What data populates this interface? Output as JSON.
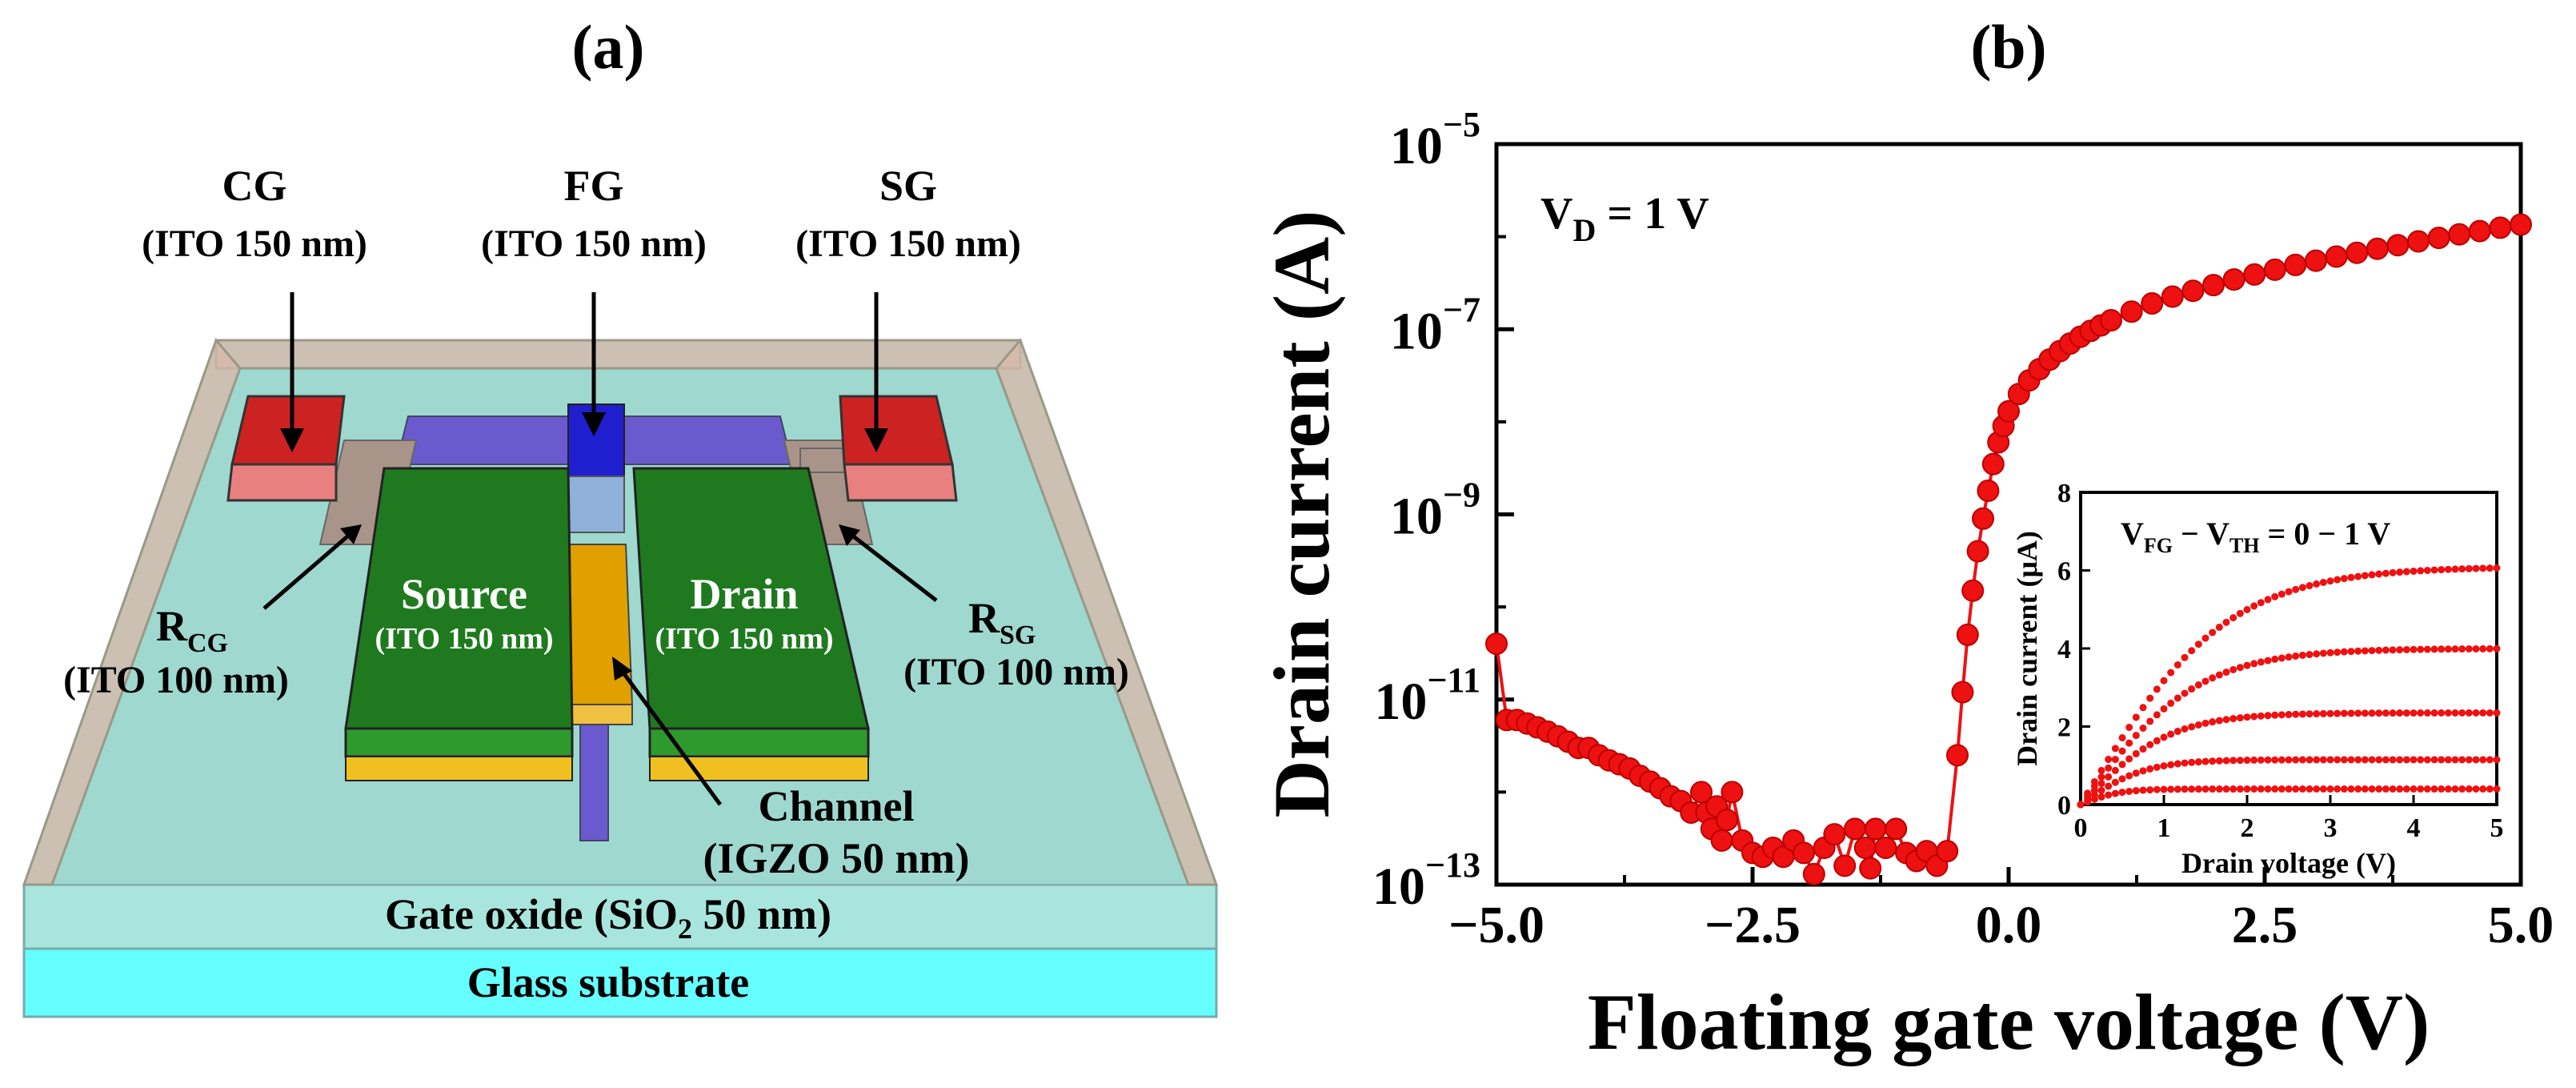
{
  "panel_a": {
    "title": "(a)",
    "labels": {
      "cg": "CG",
      "cg_sub": "(ITO 150 nm)",
      "fg": "FG",
      "fg_sub": "(ITO 150 nm)",
      "sg": "SG",
      "sg_sub": "(ITO 150 nm)",
      "rcg_main": "R",
      "rcg_subscript": "CG",
      "rcg_sub": "(ITO 100 nm)",
      "rsg_main": "R",
      "rsg_subscript": "SG",
      "rsg_sub": "(ITO 100 nm)",
      "source": "Source",
      "source_sub": "(ITO 150 nm)",
      "drain": "Drain",
      "drain_sub": "(ITO 150 nm)",
      "channel": "Channel",
      "channel_sub": "(IGZO 50 nm)",
      "gate_oxide_prefix": "Gate oxide (SiO",
      "gate_oxide_subscript": "2",
      "gate_oxide_suffix": " 50 nm)",
      "glass": "Glass substrate"
    },
    "colors": {
      "substrate": "#66ffff",
      "oxide": "#9ed8cf",
      "wall": "#d9b8a8",
      "source_drain": "#1f7a1f",
      "channel": "#e0a000",
      "gate_electrode": "#6a5acd",
      "fg_top": "#1f1fd0",
      "control_pad": "#cc2222",
      "resistor": "#a89488"
    }
  },
  "panel_b": {
    "title": "(b)",
    "annotation_main": "V",
    "annotation_sub": "D",
    "annotation_rest": " = 1 V",
    "chart_data": [
      {
        "type": "scatter",
        "xlabel": "Floating gate voltage (V)",
        "ylabel": "Drain current (A)",
        "xlim": [
          -5,
          5
        ],
        "ylim": [
          1e-13,
          1e-05
        ],
        "yscale": "log",
        "x_ticks": [
          "−5.0",
          "−2.5",
          "0.0",
          "2.5",
          "5.0"
        ],
        "y_ticks": [
          {
            "base": "10",
            "exp": "−5"
          },
          {
            "base": "10",
            "exp": "−7"
          },
          {
            "base": "10",
            "exp": "−9"
          },
          {
            "base": "10",
            "exp": "−11"
          },
          {
            "base": "10",
            "exp": "−13"
          }
        ],
        "series": [
          {
            "color": "#ee1111",
            "points": [
              [
                -5.0,
                4e-11
              ],
              [
                -4.9,
                6e-12
              ],
              [
                -4.8,
                6e-12
              ],
              [
                -4.7,
                5.5e-12
              ],
              [
                -4.6,
                5e-12
              ],
              [
                -4.5,
                4.5e-12
              ],
              [
                -4.4,
                4e-12
              ],
              [
                -4.3,
                3.5e-12
              ],
              [
                -4.2,
                3e-12
              ],
              [
                -4.1,
                3e-12
              ],
              [
                -4.0,
                2.5e-12
              ],
              [
                -3.9,
                2.2e-12
              ],
              [
                -3.8,
                2e-12
              ],
              [
                -3.7,
                1.8e-12
              ],
              [
                -3.6,
                1.5e-12
              ],
              [
                -3.5,
                1.3e-12
              ],
              [
                -3.4,
                1.1e-12
              ],
              [
                -3.3,
                9e-13
              ],
              [
                -3.2,
                8e-13
              ],
              [
                -3.1,
                6e-13
              ],
              [
                -3.0,
                1e-12
              ],
              [
                -2.95,
                6e-13
              ],
              [
                -2.9,
                4e-13
              ],
              [
                -2.85,
                7e-13
              ],
              [
                -2.8,
                3e-13
              ],
              [
                -2.75,
                5e-13
              ],
              [
                -2.7,
                1e-12
              ],
              [
                -2.6,
                3e-13
              ],
              [
                -2.5,
                2.2e-13
              ],
              [
                -2.4,
                2e-13
              ],
              [
                -2.3,
                2.5e-13
              ],
              [
                -2.2,
                2e-13
              ],
              [
                -2.1,
                3e-13
              ],
              [
                -2.0,
                2.2e-13
              ],
              [
                -1.9,
                1.3e-13
              ],
              [
                -1.8,
                2.5e-13
              ],
              [
                -1.7,
                3.5e-13
              ],
              [
                -1.6,
                1.6e-13
              ],
              [
                -1.5,
                4e-13
              ],
              [
                -1.4,
                2.5e-13
              ],
              [
                -1.35,
                1.5e-13
              ],
              [
                -1.3,
                4e-13
              ],
              [
                -1.2,
                2.5e-13
              ],
              [
                -1.1,
                4e-13
              ],
              [
                -1.0,
                2.2e-13
              ],
              [
                -0.9,
                1.8e-13
              ],
              [
                -0.8,
                2.3e-13
              ],
              [
                -0.7,
                1.6e-13
              ],
              [
                -0.6,
                2.3e-13
              ],
              [
                -0.5,
                2.5e-12
              ],
              [
                -0.45,
                1.2e-11
              ],
              [
                -0.4,
                5e-11
              ],
              [
                -0.35,
                1.5e-10
              ],
              [
                -0.3,
                4e-10
              ],
              [
                -0.25,
                9e-10
              ],
              [
                -0.2,
                1.8e-09
              ],
              [
                -0.15,
                3.5e-09
              ],
              [
                -0.1,
                6e-09
              ],
              [
                -0.05,
                9e-09
              ],
              [
                0.0,
                1.3e-08
              ],
              [
                0.1,
                2e-08
              ],
              [
                0.2,
                2.8e-08
              ],
              [
                0.3,
                3.7e-08
              ],
              [
                0.4,
                4.7e-08
              ],
              [
                0.5,
                5.8e-08
              ],
              [
                0.6,
                7e-08
              ],
              [
                0.7,
                8.3e-08
              ],
              [
                0.8,
                9.6e-08
              ],
              [
                0.9,
                1.1e-07
              ],
              [
                1.0,
                1.25e-07
              ],
              [
                1.2,
                1.55e-07
              ],
              [
                1.4,
                1.9e-07
              ],
              [
                1.6,
                2.25e-07
              ],
              [
                1.8,
                2.6e-07
              ],
              [
                2.0,
                3e-07
              ],
              [
                2.2,
                3.45e-07
              ],
              [
                2.4,
                3.9e-07
              ],
              [
                2.6,
                4.4e-07
              ],
              [
                2.8,
                4.95e-07
              ],
              [
                3.0,
                5.5e-07
              ],
              [
                3.2,
                6.1e-07
              ],
              [
                3.4,
                6.7e-07
              ],
              [
                3.6,
                7.4e-07
              ],
              [
                3.8,
                8.1e-07
              ],
              [
                4.0,
                8.9e-07
              ],
              [
                4.2,
                9.7e-07
              ],
              [
                4.4,
                1.06e-06
              ],
              [
                4.6,
                1.15e-06
              ],
              [
                4.8,
                1.25e-06
              ],
              [
                5.0,
                1.35e-06
              ]
            ]
          }
        ]
      },
      {
        "type": "line",
        "xlabel": "Drain voltage (V)",
        "ylabel": "Drain current (μA)",
        "xlim": [
          0,
          5
        ],
        "ylim": [
          0,
          8
        ],
        "x_ticks": [
          "0",
          "1",
          "2",
          "3",
          "4",
          "5"
        ],
        "y_ticks": [
          "0",
          "2",
          "4",
          "6",
          "8"
        ],
        "annotation": {
          "v1": "V",
          "s1": "FG",
          "mid": " − V",
          "s2": "TH",
          "rest": " = 0 − 1 V"
        },
        "series": [
          {
            "isat": 6.1,
            "vsat": 2.6
          },
          {
            "isat": 4.0,
            "vsat": 2.1
          },
          {
            "isat": 2.35,
            "vsat": 1.6
          },
          {
            "isat": 1.15,
            "vsat": 1.15
          },
          {
            "isat": 0.4,
            "vsat": 0.7
          }
        ]
      }
    ]
  }
}
